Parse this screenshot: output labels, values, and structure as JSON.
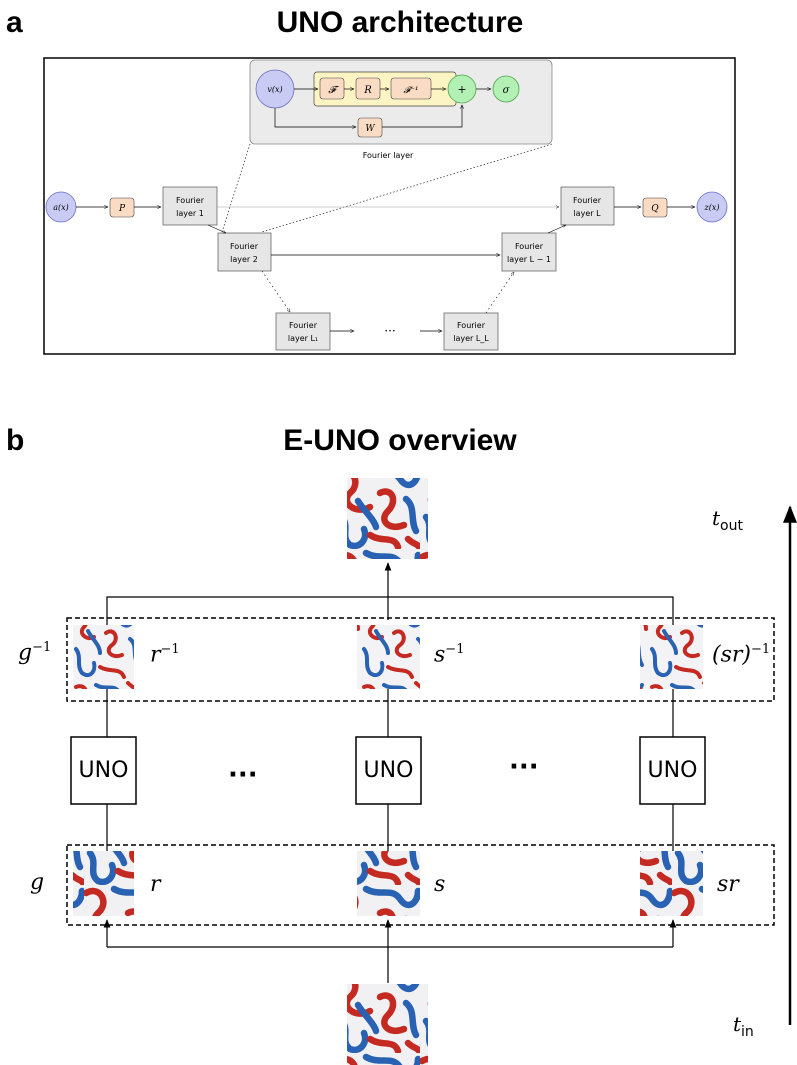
{
  "panel_a": {
    "letter": "a",
    "title": "UNO architecture",
    "fourier_inset": {
      "input": "v(x)",
      "ops": [
        "𝓕",
        "R",
        "𝓕⁻¹"
      ],
      "sum": "+",
      "activation": "σ",
      "bypass": "W",
      "caption": "Fourier layer"
    },
    "pipeline": {
      "input": "a(x)",
      "lift": "P",
      "project": "Q",
      "output": "z(x)",
      "layer_word": "Fourier",
      "layers": [
        "layer 1",
        "layer 2",
        "layer L₁",
        "layer L_L",
        "layer L − 1",
        "layer L"
      ],
      "ellipsis": "···"
    }
  },
  "panel_b": {
    "letter": "b",
    "title": "E-UNO overview",
    "t_out": "t",
    "t_out_sub": "out",
    "t_in": "t",
    "t_in_sub": "in",
    "group_top": "g",
    "group_top_sup": "−1",
    "group_bottom": "g",
    "top_labels": [
      {
        "base": "r",
        "sup": "−1"
      },
      {
        "base": "s",
        "sup": "−1"
      },
      {
        "base": "(sr)",
        "sup": "−1"
      }
    ],
    "bottom_labels": [
      "r",
      "s",
      "sr"
    ],
    "uno_label": "UNO",
    "ellipsis": "···"
  },
  "colors": {
    "blue_node": "#c9cbf4",
    "green_node": "#b3f0b3",
    "orange_box": "#fadbc4",
    "yellow_box": "#fdf4c4",
    "grey_box": "#e6e6e6",
    "field_red": "#c52a22",
    "field_blue": "#2a62b3"
  }
}
